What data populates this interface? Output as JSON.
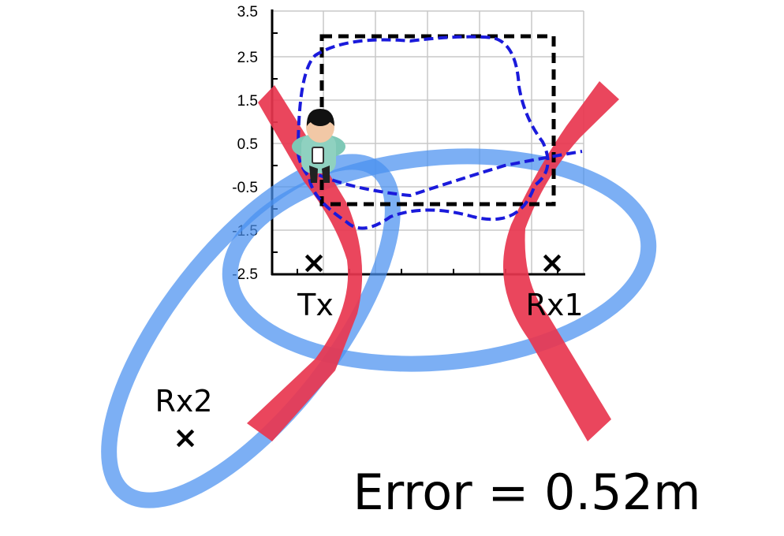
{
  "y_ticks": [
    "3.5",
    "2.5",
    "1.5",
    "0.5",
    "-0.5",
    "-1.5",
    "-2.5"
  ],
  "labels": {
    "tx": "Tx",
    "rx1": "Rx1",
    "rx2": "Rx2",
    "error": "Error = 0.52m"
  },
  "marker_glyph": "×",
  "colors": {
    "ellipse": "#4a90f0",
    "hyperbola": "#e8364f",
    "trajectory": "#1a1adb",
    "area_box": "#000000",
    "grid": "#c8c8c8"
  },
  "icons": {
    "person": "person-with-tablet-icon"
  }
}
